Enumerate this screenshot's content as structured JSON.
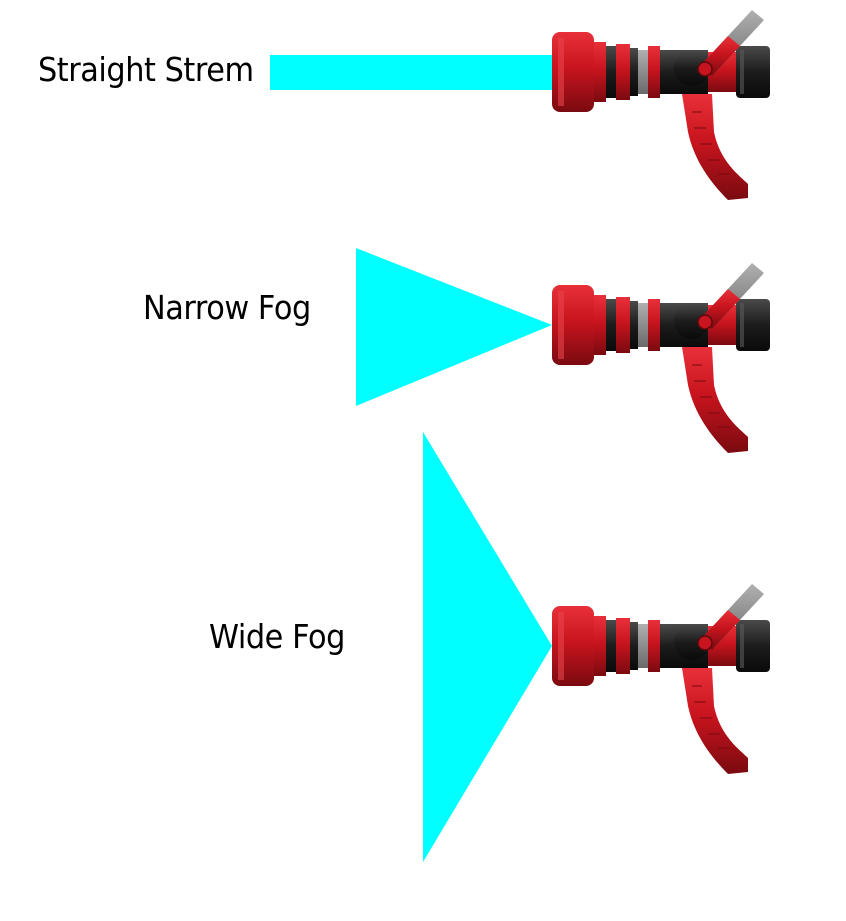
{
  "labels": {
    "straight": "Straight Strem",
    "narrow": "Narrow Fog",
    "wide": "Wide Fog"
  },
  "colors": {
    "spray": "#00ffff",
    "nozzle_red": "#c8141e",
    "nozzle_dark_red": "#7a0a10",
    "nozzle_black": "#1c1c1c",
    "nozzle_gray": "#8a8a8a",
    "text": "#000000",
    "background": "#ffffff"
  },
  "icons": {
    "nozzle": "fire-hose-nozzle-icon"
  }
}
